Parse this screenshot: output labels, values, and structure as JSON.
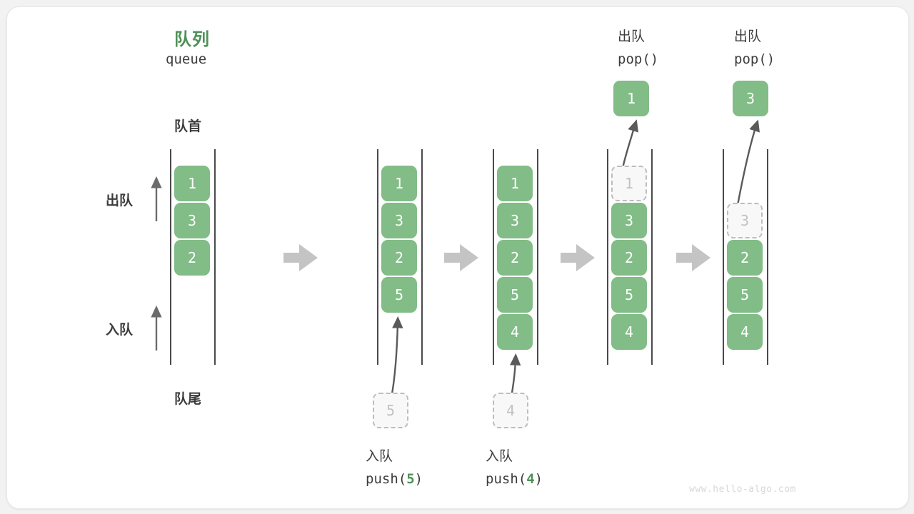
{
  "diagram": {
    "title_cn": "队列",
    "title_en": "queue",
    "head_label": "队首",
    "tail_label": "队尾",
    "dequeue_label": "出队",
    "enqueue_label": "入队",
    "watermark": "www.hello-algo.com",
    "accent_color": "#4d9156",
    "box_color": "#82bc87",
    "ghost_color": "#bdbdbd",
    "arrow_color": "#c4c4c4"
  },
  "columns": [
    {
      "id": "state-initial",
      "items": [
        {
          "value": "1",
          "state": "filled"
        },
        {
          "value": "3",
          "state": "filled"
        },
        {
          "value": "2",
          "state": "filled"
        }
      ]
    },
    {
      "id": "state-after-push-5",
      "items": [
        {
          "value": "1",
          "state": "filled"
        },
        {
          "value": "3",
          "state": "filled"
        },
        {
          "value": "2",
          "state": "filled"
        },
        {
          "value": "5",
          "state": "filled"
        }
      ],
      "incoming": {
        "value": "5",
        "state": "ghost"
      },
      "caption_cn": "入队",
      "caption_code_prefix": "push(",
      "caption_code_arg": "5",
      "caption_code_suffix": ")"
    },
    {
      "id": "state-after-push-4",
      "items": [
        {
          "value": "1",
          "state": "filled"
        },
        {
          "value": "3",
          "state": "filled"
        },
        {
          "value": "2",
          "state": "filled"
        },
        {
          "value": "5",
          "state": "filled"
        },
        {
          "value": "4",
          "state": "filled"
        }
      ],
      "incoming": {
        "value": "4",
        "state": "ghost"
      },
      "caption_cn": "入队",
      "caption_code_prefix": "push(",
      "caption_code_arg": "4",
      "caption_code_suffix": ")"
    },
    {
      "id": "state-after-pop-1",
      "items": [
        {
          "value": "1",
          "state": "ghost"
        },
        {
          "value": "3",
          "state": "filled"
        },
        {
          "value": "2",
          "state": "filled"
        },
        {
          "value": "5",
          "state": "filled"
        },
        {
          "value": "4",
          "state": "filled"
        }
      ],
      "outgoing": {
        "value": "1",
        "state": "filled"
      },
      "header_cn": "出队",
      "header_code": "pop()"
    },
    {
      "id": "state-after-pop-3",
      "items": [
        {
          "value": "3",
          "state": "ghost",
          "row": 1
        },
        {
          "value": "2",
          "state": "filled",
          "row": 2
        },
        {
          "value": "5",
          "state": "filled",
          "row": 3
        },
        {
          "value": "4",
          "state": "filled",
          "row": 4
        }
      ],
      "outgoing": {
        "value": "3",
        "state": "filled"
      },
      "header_cn": "出队",
      "header_code": "pop()"
    }
  ]
}
